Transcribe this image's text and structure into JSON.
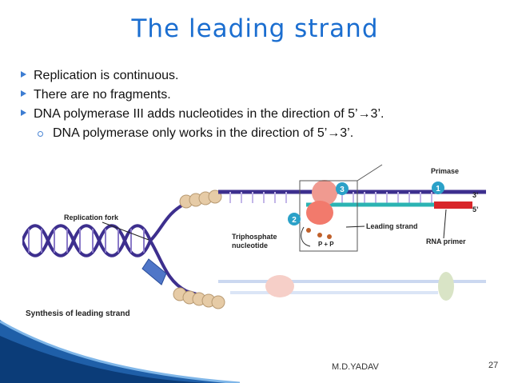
{
  "slide": {
    "title": "The leading strand",
    "bullets": [
      "Replication is continuous.",
      "There are no fragments.",
      "DNA polymerase III adds nucleotides in the direction of 5’→3’."
    ],
    "sub_bullet": "DNA polymerase only works in the direction of 5’→3’.",
    "footer_author": "M.D.YADAV",
    "page_number": "27"
  },
  "figure": {
    "replication_fork": "Replication fork",
    "synthesis_label": "Synthesis of leading strand",
    "triphosphate_line1": "Triphosphate",
    "triphosphate_line2": "nucleotide",
    "leading_strand": "Leading strand",
    "primase": "Primase",
    "rna_primer": "RNA primer",
    "label_3prime": "3’",
    "label_5prime": "5’",
    "pp": "P + P",
    "step1": "1",
    "step2": "2",
    "step3": "3"
  },
  "colors": {
    "title": "#1b6ed0",
    "dna_purple": "#3d2f8e",
    "teal": "#2bb3b3",
    "rna_red": "#d8262a",
    "polymerase_pink": "#f09a90",
    "helicase_tan": "#e6cba6"
  }
}
